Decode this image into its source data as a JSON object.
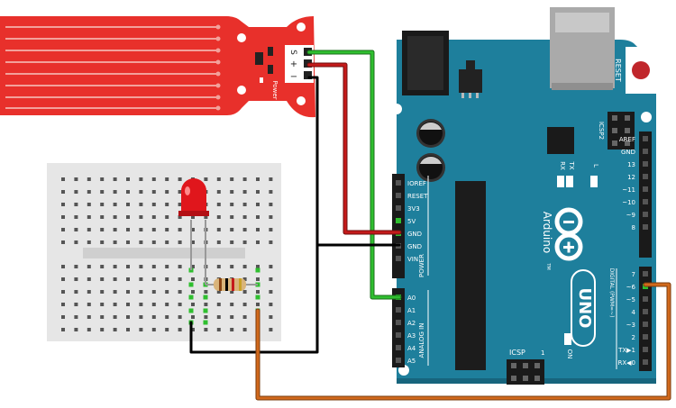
{
  "colors": {
    "board": "#1e7f9c",
    "board_dark": "#17657d",
    "sensor": "#e8302b",
    "sensor_trace": "#f3a19b",
    "breadboard": "#e6e6e6",
    "wire_green": "#2fbf2f",
    "wire_red": "#c41a1a",
    "wire_black": "#1a1a1a",
    "wire_orange": "#d1691c",
    "led": "#e0161c"
  },
  "sensor": {
    "pin_s": "S",
    "pin_plus": "+",
    "pin_minus": "−",
    "power_label": "Power"
  },
  "arduino": {
    "reset_label": "RESET",
    "icsp2_label": "ICSP2",
    "icsp_label": "ICSP",
    "icsp_one": "1",
    "led_l": "L",
    "led_tx": "TX",
    "led_rx": "RX",
    "on_label": "ON",
    "brand": "Arduino",
    "tm": "TM",
    "model": "UNO",
    "digital_label": "DIGITAL (PWM=~)",
    "power_header_label": "POWER",
    "analog_header_label": "ANALOG IN",
    "power_pins": [
      "IOREF",
      "RESET",
      "3V3",
      "5V",
      "GND",
      "GND",
      "VIN"
    ],
    "analog_pins": [
      "A0",
      "A1",
      "A2",
      "A3",
      "A4",
      "A5"
    ],
    "digital_top": [
      "AREF",
      "GND",
      "13",
      "12",
      "~11",
      "~10",
      "~9",
      "8"
    ],
    "digital_bottom": [
      "7",
      "~6",
      "~5",
      "4",
      "~3",
      "2",
      "TX▶1",
      "RX◀0"
    ]
  }
}
